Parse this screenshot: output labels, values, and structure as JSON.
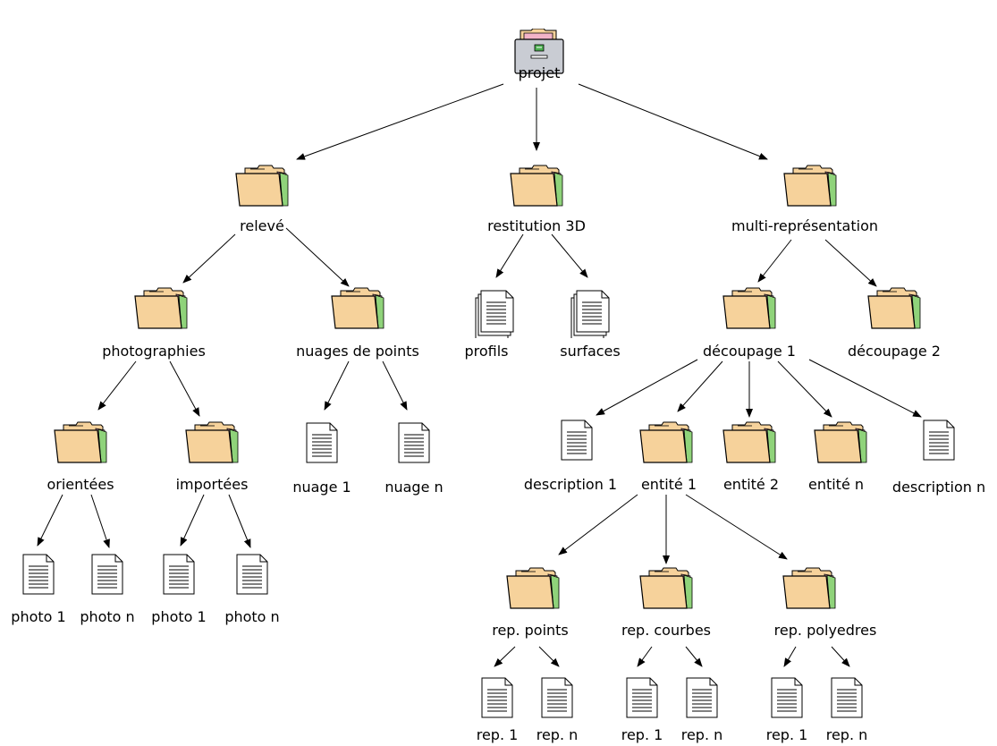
{
  "nodes": [
    {
      "id": "projet",
      "label": "projet",
      "icon": "cabinet-icon"
    },
    {
      "id": "releve",
      "label": "relevé",
      "icon": "folder-icon"
    },
    {
      "id": "restitution",
      "label": "restitution 3D",
      "icon": "folder-icon"
    },
    {
      "id": "multi",
      "label": "multi-représentation",
      "icon": "folder-icon"
    },
    {
      "id": "photographies",
      "label": "photographies",
      "icon": "folder-icon"
    },
    {
      "id": "nuages",
      "label": "nuages de points",
      "icon": "folder-icon"
    },
    {
      "id": "profils",
      "label": "profils",
      "icon": "documents-stack-icon"
    },
    {
      "id": "surfaces",
      "label": "surfaces",
      "icon": "documents-stack-icon"
    },
    {
      "id": "decoupage1",
      "label": "découpage 1",
      "icon": "folder-icon"
    },
    {
      "id": "decoupage2",
      "label": "découpage 2",
      "icon": "folder-icon"
    },
    {
      "id": "orientees",
      "label": "orientées",
      "icon": "folder-icon"
    },
    {
      "id": "importees",
      "label": "importées",
      "icon": "folder-icon"
    },
    {
      "id": "nuage1",
      "label": "nuage 1",
      "icon": "document-icon"
    },
    {
      "id": "nuagen",
      "label": "nuage n",
      "icon": "document-icon"
    },
    {
      "id": "description1",
      "label": "description 1",
      "icon": "document-icon"
    },
    {
      "id": "entite1",
      "label": "entité 1",
      "icon": "folder-icon"
    },
    {
      "id": "entite2",
      "label": "entité 2",
      "icon": "folder-icon"
    },
    {
      "id": "entiten",
      "label": "entité n",
      "icon": "folder-icon"
    },
    {
      "id": "descriptionn",
      "label": "description n",
      "icon": "document-icon"
    },
    {
      "id": "photo1a",
      "label": "photo 1",
      "icon": "document-icon"
    },
    {
      "id": "photona",
      "label": "photo n",
      "icon": "document-icon"
    },
    {
      "id": "photo1b",
      "label": "photo 1",
      "icon": "document-icon"
    },
    {
      "id": "photonb",
      "label": "photo n",
      "icon": "document-icon"
    },
    {
      "id": "reppoints",
      "label": "rep. points",
      "icon": "folder-icon"
    },
    {
      "id": "repcourbes",
      "label": "rep. courbes",
      "icon": "folder-icon"
    },
    {
      "id": "reppolyedres",
      "label": "rep. polyedres",
      "icon": "folder-icon"
    },
    {
      "id": "rep1a",
      "label": "rep. 1",
      "icon": "document-icon"
    },
    {
      "id": "repna",
      "label": "rep. n",
      "icon": "document-icon"
    },
    {
      "id": "rep1b",
      "label": "rep. 1",
      "icon": "document-icon"
    },
    {
      "id": "repnb",
      "label": "rep. n",
      "icon": "document-icon"
    },
    {
      "id": "rep1c",
      "label": "rep. 1",
      "icon": "document-icon"
    },
    {
      "id": "repnc",
      "label": "rep. n",
      "icon": "document-icon"
    }
  ],
  "edges": [
    [
      "projet",
      "releve"
    ],
    [
      "projet",
      "restitution"
    ],
    [
      "projet",
      "multi"
    ],
    [
      "releve",
      "photographies"
    ],
    [
      "releve",
      "nuages"
    ],
    [
      "restitution",
      "profils"
    ],
    [
      "restitution",
      "surfaces"
    ],
    [
      "multi",
      "decoupage1"
    ],
    [
      "multi",
      "decoupage2"
    ],
    [
      "photographies",
      "orientees"
    ],
    [
      "photographies",
      "importees"
    ],
    [
      "nuages",
      "nuage1"
    ],
    [
      "nuages",
      "nuagen"
    ],
    [
      "decoupage1",
      "description1"
    ],
    [
      "decoupage1",
      "entite1"
    ],
    [
      "decoupage1",
      "entite2"
    ],
    [
      "decoupage1",
      "entiten"
    ],
    [
      "decoupage1",
      "descriptionn"
    ],
    [
      "orientees",
      "photo1a"
    ],
    [
      "orientees",
      "photona"
    ],
    [
      "importees",
      "photo1b"
    ],
    [
      "importees",
      "photonb"
    ],
    [
      "entite1",
      "reppoints"
    ],
    [
      "entite1",
      "repcourbes"
    ],
    [
      "entite1",
      "reppolyedres"
    ],
    [
      "reppoints",
      "rep1a"
    ],
    [
      "reppoints",
      "repna"
    ],
    [
      "repcourbes",
      "rep1b"
    ],
    [
      "repcourbes",
      "repnb"
    ],
    [
      "reppolyedres",
      "rep1c"
    ],
    [
      "reppolyedres",
      "repnc"
    ]
  ],
  "colors": {
    "folder_fill": "#f6d29b",
    "folder_stroke": "#000000",
    "paper_pink": "#f2b3c8",
    "paper_green": "#8fd37a",
    "cabinet_fill": "#c9ccd3",
    "cabinet_label": "#4caf50",
    "line": "#000000"
  }
}
